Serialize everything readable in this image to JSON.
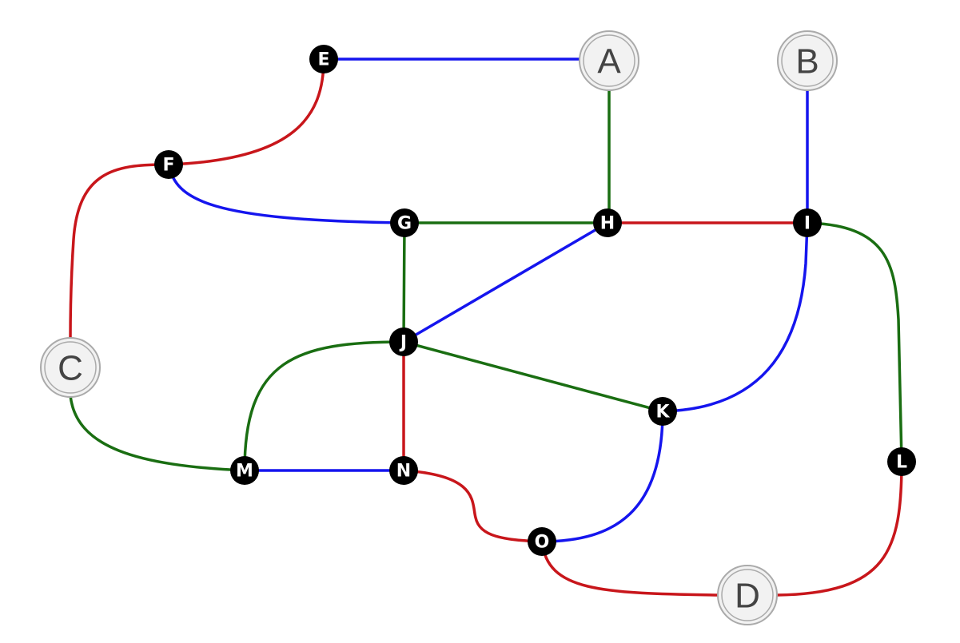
{
  "colors": {
    "blue": "#1515ee",
    "green": "#1a6e12",
    "red": "#c8161b"
  },
  "nodes": {
    "A": {
      "label": "A",
      "kind": "terminal"
    },
    "B": {
      "label": "B",
      "kind": "terminal"
    },
    "C": {
      "label": "C",
      "kind": "terminal"
    },
    "D": {
      "label": "D",
      "kind": "terminal"
    },
    "E": {
      "label": "E",
      "kind": "junction"
    },
    "F": {
      "label": "F",
      "kind": "junction"
    },
    "G": {
      "label": "G",
      "kind": "junction"
    },
    "H": {
      "label": "H",
      "kind": "junction"
    },
    "I": {
      "label": "I",
      "kind": "junction"
    },
    "J": {
      "label": "J",
      "kind": "junction"
    },
    "K": {
      "label": "K",
      "kind": "junction"
    },
    "L": {
      "label": "L",
      "kind": "junction"
    },
    "M": {
      "label": "M",
      "kind": "junction"
    },
    "N": {
      "label": "N",
      "kind": "junction"
    },
    "O": {
      "label": "O",
      "kind": "junction"
    }
  },
  "edges": [
    {
      "from": "E",
      "to": "A",
      "color": "blue"
    },
    {
      "from": "A",
      "to": "H",
      "color": "green"
    },
    {
      "from": "B",
      "to": "I",
      "color": "blue"
    },
    {
      "from": "E",
      "to": "F",
      "color": "red"
    },
    {
      "from": "F",
      "to": "C",
      "color": "red"
    },
    {
      "from": "F",
      "to": "G",
      "color": "blue"
    },
    {
      "from": "G",
      "to": "H",
      "color": "green"
    },
    {
      "from": "H",
      "to": "I",
      "color": "red"
    },
    {
      "from": "G",
      "to": "J",
      "color": "green"
    },
    {
      "from": "H",
      "to": "J",
      "color": "blue"
    },
    {
      "from": "I",
      "to": "K",
      "color": "blue"
    },
    {
      "from": "I",
      "to": "L",
      "color": "green"
    },
    {
      "from": "J",
      "to": "K",
      "color": "green"
    },
    {
      "from": "J",
      "to": "M",
      "color": "green"
    },
    {
      "from": "J",
      "to": "N",
      "color": "red"
    },
    {
      "from": "C",
      "to": "M",
      "color": "green"
    },
    {
      "from": "M",
      "to": "N",
      "color": "blue"
    },
    {
      "from": "N",
      "to": "O",
      "color": "red"
    },
    {
      "from": "K",
      "to": "O",
      "color": "blue"
    },
    {
      "from": "O",
      "to": "D",
      "color": "red"
    },
    {
      "from": "L",
      "to": "D",
      "color": "red"
    }
  ]
}
